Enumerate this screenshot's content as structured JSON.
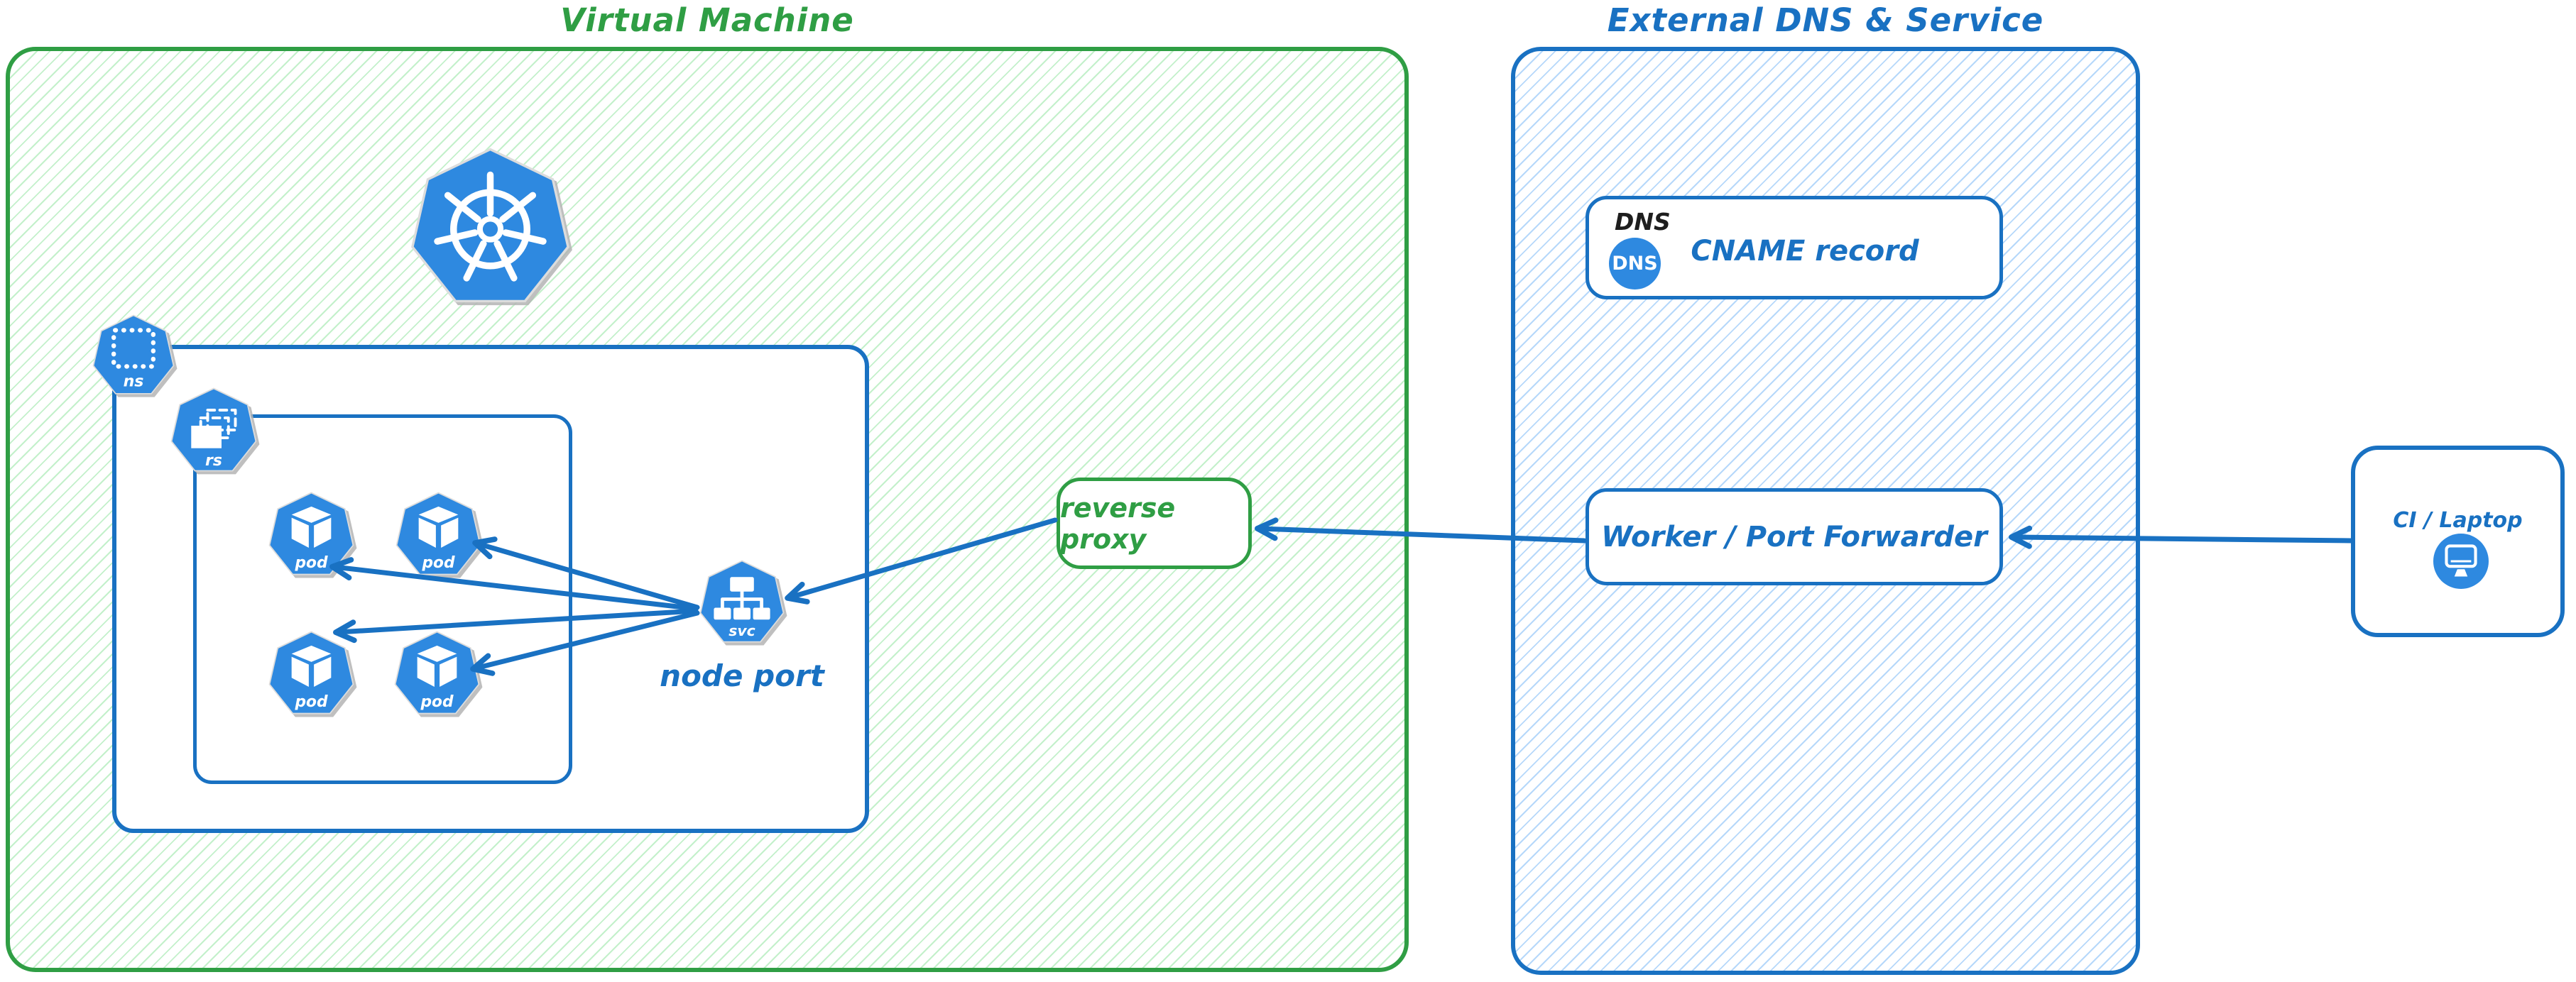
{
  "colors": {
    "green": "#2f9e44",
    "blue": "#1971c2",
    "icon_blue": "#2e89e0",
    "black": "#1e1e1e"
  },
  "virtual_machine": {
    "title": "Virtual Machine",
    "node_port_label": "node port",
    "icons": {
      "kubernetes": "kubernetes-logo",
      "namespace": "ns",
      "replicaset": "rs",
      "pod": "pod",
      "service": "svc"
    }
  },
  "reverse_proxy": {
    "label": "reverse proxy"
  },
  "external": {
    "title": "External DNS & Service",
    "dns": {
      "header": "DNS",
      "badge": "DNS",
      "record": "CNAME record"
    },
    "worker": {
      "label": "Worker / Port Forwarder"
    }
  },
  "ci": {
    "label": "CI / Laptop"
  }
}
